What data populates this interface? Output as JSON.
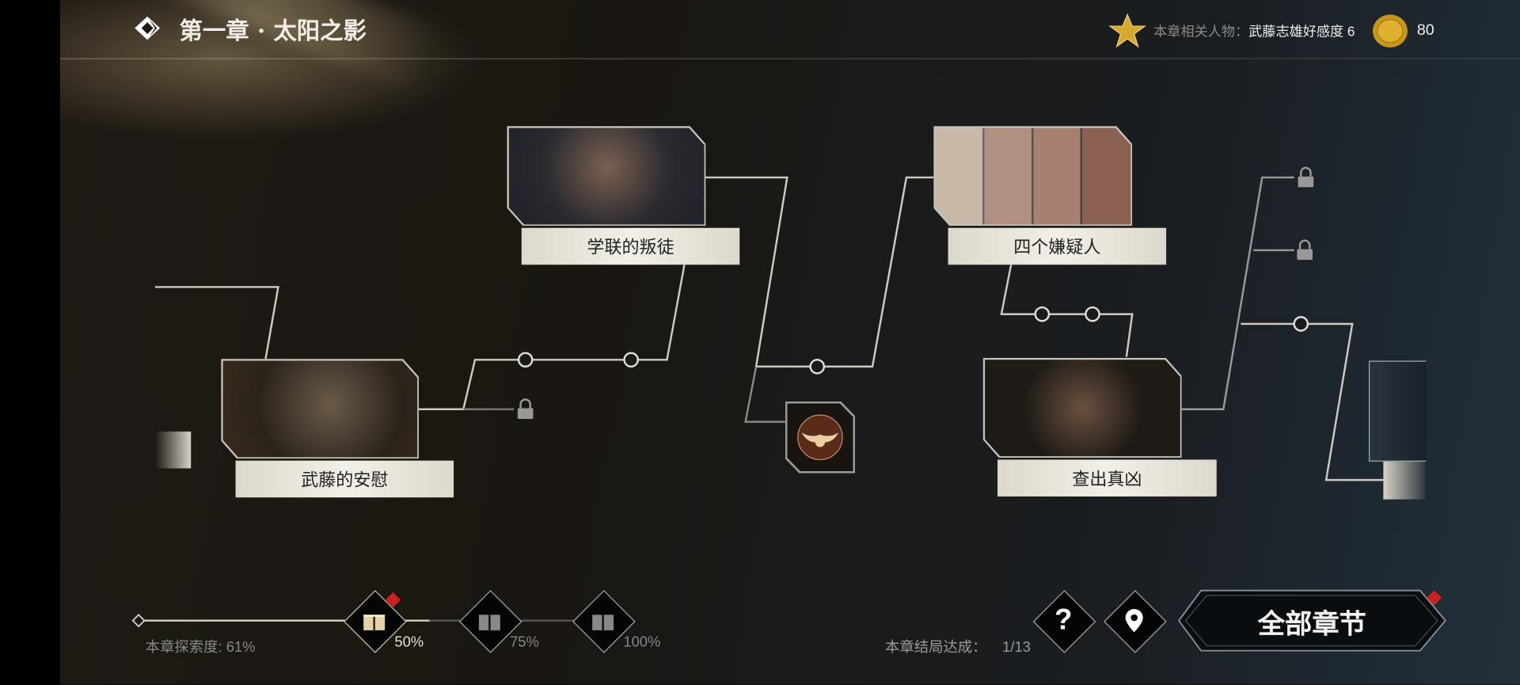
{
  "header": {
    "title": "第一章 · 太阳之影",
    "related_label": "本章相关人物：",
    "related_value": "武藤志雄好感度 6",
    "coins": "80",
    "icons": [
      "back-icon",
      "star-icon",
      "coin-icon"
    ]
  },
  "nodes": [
    {
      "title": "武藤的安慰"
    },
    {
      "title": "学联的叛徒"
    },
    {
      "title": "四个嫌疑人"
    },
    {
      "title": "查出真凶"
    }
  ],
  "footer": {
    "exploration_label": "本章探索度: 61%",
    "exploration_progress": 61,
    "rewards": [
      {
        "threshold": "50%",
        "unlocked": true
      },
      {
        "threshold": "75%",
        "unlocked": false
      },
      {
        "threshold": "100%",
        "unlocked": false
      }
    ],
    "endings_label": "本章结局达成：",
    "endings_value": "1/13",
    "all_chapters": "全部章节"
  },
  "colors": {
    "accent_red": "#c8231e",
    "label_bg": "#ece8df",
    "gold": "#d8b040"
  }
}
